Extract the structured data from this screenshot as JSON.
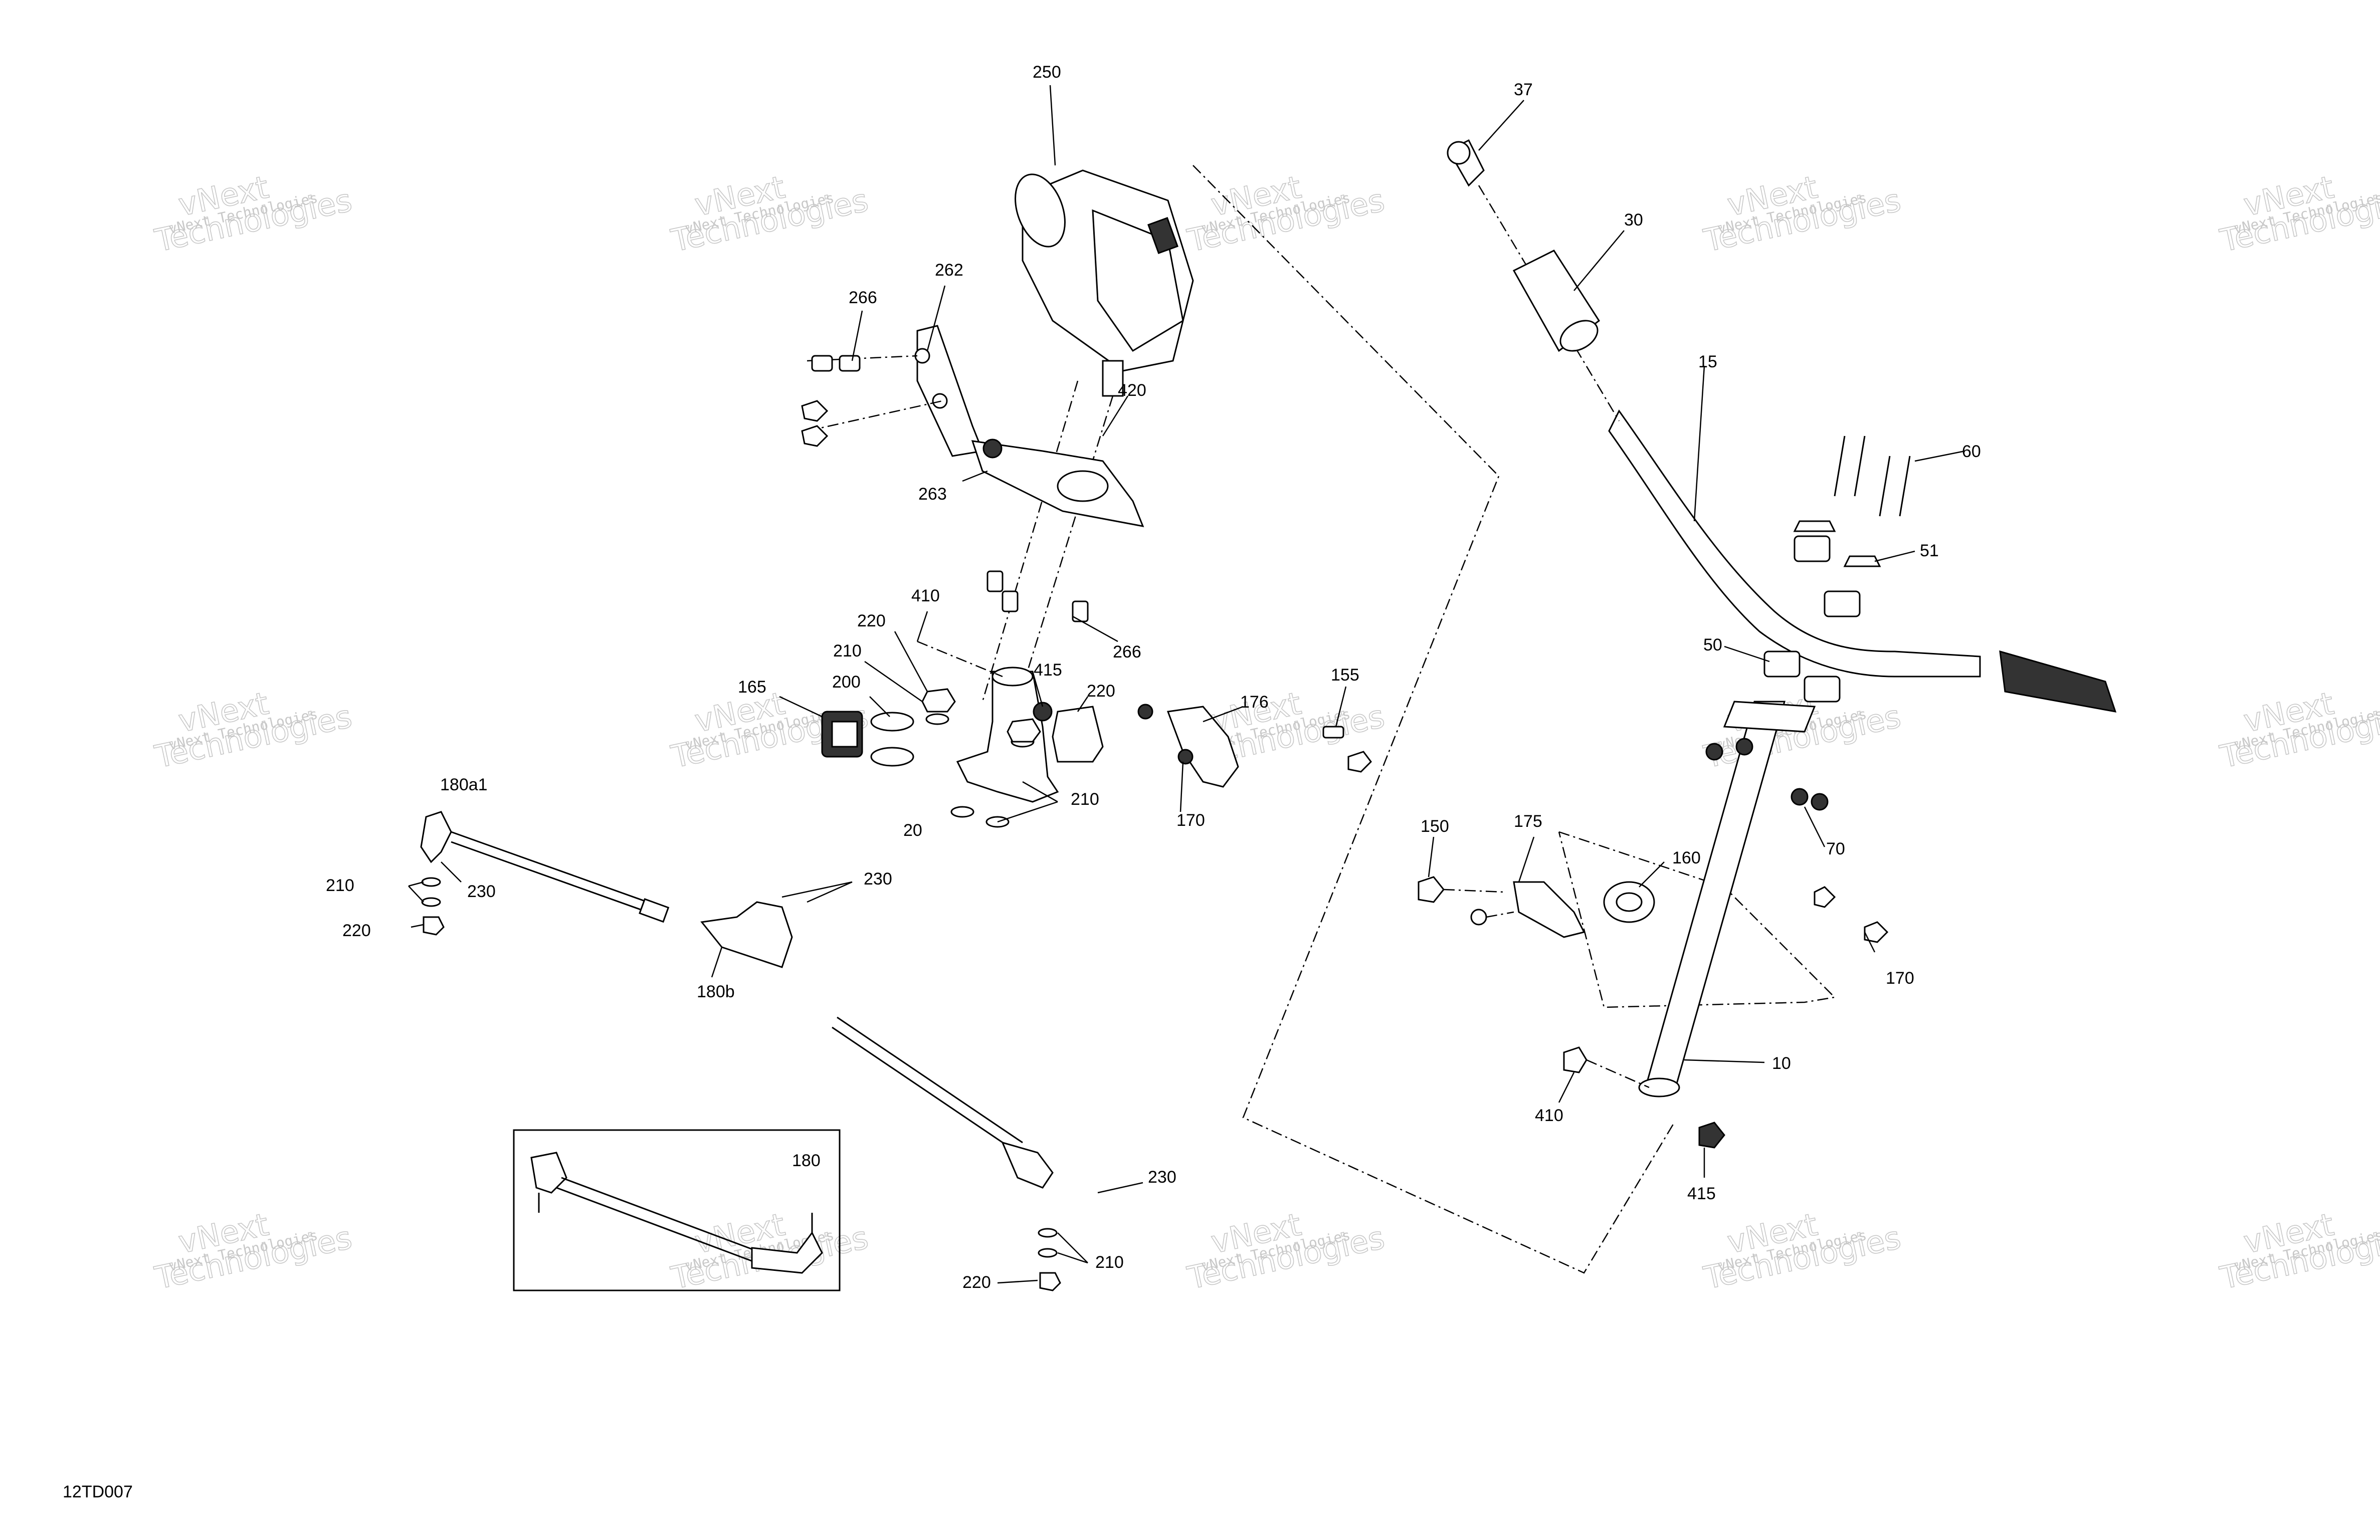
{
  "diagram_code": "12TD007",
  "watermark": {
    "line1": "vNext",
    "line2": "Technologies",
    "small": "vNext Technologies"
  },
  "callouts": {
    "c250": "250",
    "c37": "37",
    "c30": "30",
    "c262": "262",
    "c266a": "266",
    "c420": "420",
    "c263": "263",
    "c15": "15",
    "c60": "60",
    "c51": "51",
    "c410a": "410",
    "c220a": "220",
    "c210a": "210",
    "c415a": "415",
    "c266b": "266",
    "c220b": "220",
    "c200": "200",
    "c165": "165",
    "c176": "176",
    "c155": "155",
    "c50": "50",
    "c210b": "210",
    "c20": "20",
    "c170a": "170",
    "c180a1": "180a1",
    "c70": "70",
    "c150": "150",
    "c175": "175",
    "c160": "160",
    "c210c": "210",
    "c230a": "230",
    "c230b": "230",
    "c220c": "220",
    "c170b": "170",
    "c180b": "180b",
    "c10": "10",
    "c410b": "410",
    "c180": "180",
    "c415b": "415",
    "c230c": "230",
    "c210d": "210",
    "c220d": "220"
  }
}
